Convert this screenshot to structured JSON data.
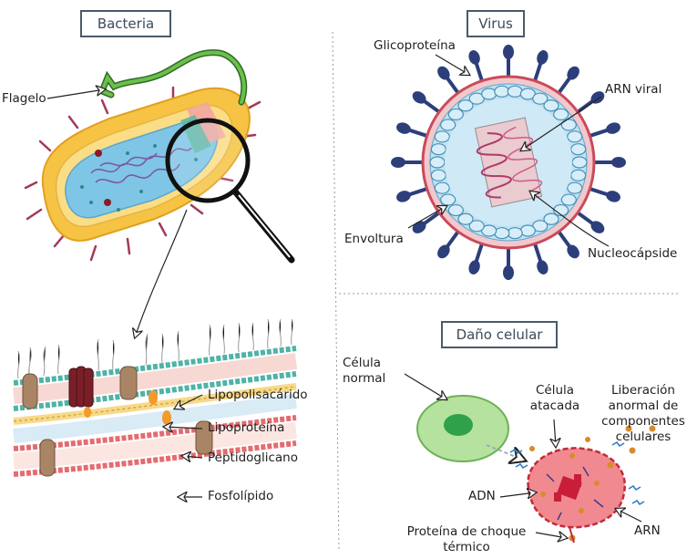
{
  "panels": {
    "bacteria": {
      "title": "Bacteria"
    },
    "virus": {
      "title": "Virus"
    },
    "damage": {
      "title": "Daño celular"
    }
  },
  "labels": {
    "flagelo": "Flagelo",
    "lipopolisacarido": "Lipopolisacárido",
    "lipoproteina": "Lipoproteína",
    "peptidoglicano": "Peptidoglicano",
    "fosfolipido": "Fosfolípido",
    "glicoproteina": "Glicoproteína",
    "arn_viral": "ARN viral",
    "envoltura": "Envoltura",
    "nucleocapside": "Nucleocápside",
    "celula_normal": "Célula normal",
    "celula_atacada": "Célula atacada",
    "liberacion": "Liberación anormal de componentes celulares",
    "adn": "ADN",
    "arn": "ARN",
    "proteina_choque": "Proteína de choque térmico"
  },
  "colors": {
    "bacteria_outer": "#f6c344",
    "bacteria_inner": "#7fc6e6",
    "flagellum": "#5aa83c",
    "virus_spike": "#2d3f7a",
    "virus_capsid": "#bfe3f3",
    "virus_envelope": "#c94b5a",
    "normal_cell": "#9fd88a",
    "attacked_cell": "#e35a6a"
  }
}
